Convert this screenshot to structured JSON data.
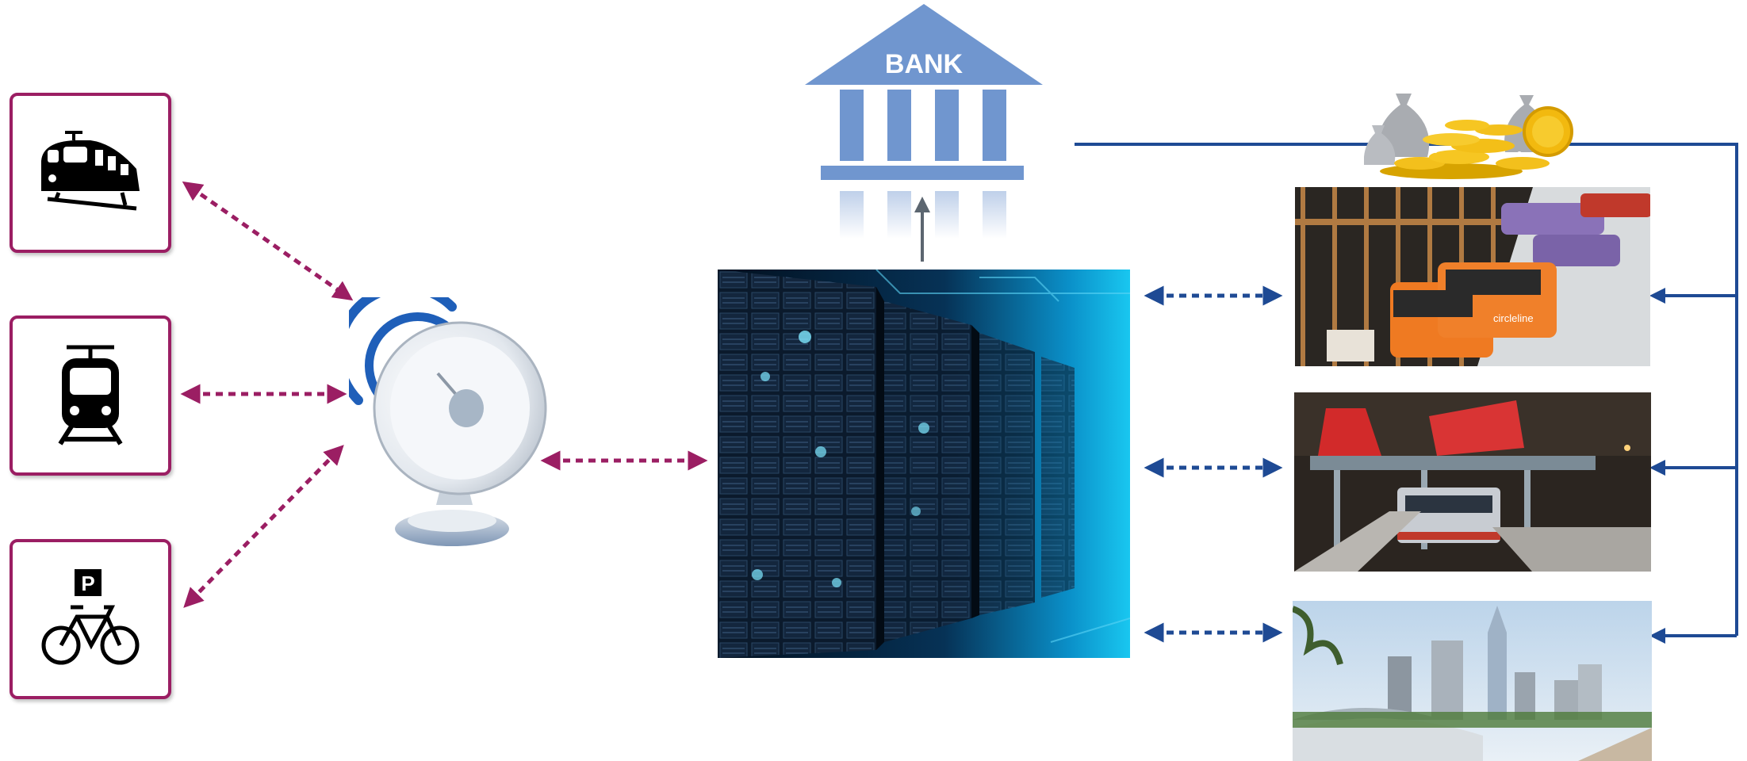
{
  "bank": {
    "label": "BANK"
  },
  "colors": {
    "mode_border": "#9b1e63",
    "left_arrows": "#9b1e63",
    "right_arrows": "#1e4a94",
    "bank_fill": "#7096cf",
    "payment_line": "#1e4a94",
    "bank_arrow": "#5c6670"
  },
  "transport_modes": [
    {
      "icon": "train-icon"
    },
    {
      "icon": "tram-icon"
    },
    {
      "icon": "parking-bicycle-icon"
    }
  ],
  "photos": [
    {
      "icon": "bus-station-photo",
      "bus_brand": "circleline"
    },
    {
      "icon": "train-station-photo"
    },
    {
      "icon": "city-skyline-photo"
    }
  ],
  "center": {
    "icon": "data-center-servers-image"
  },
  "antenna": {
    "icon": "satellite-dish-icon"
  },
  "money": {
    "icon": "money-bags-coins-icon"
  }
}
